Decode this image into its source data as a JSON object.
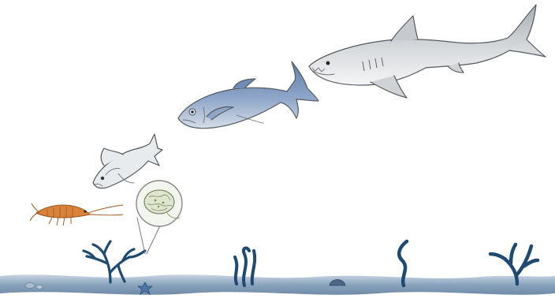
{
  "scene": {
    "organisms": [
      {
        "id": "plankton",
        "icon": "plankton-icon"
      },
      {
        "id": "krill",
        "icon": "krill-icon"
      },
      {
        "id": "small-fish",
        "icon": "small-fish-icon"
      },
      {
        "id": "tuna",
        "icon": "tuna-icon"
      },
      {
        "id": "shark",
        "icon": "shark-icon"
      }
    ],
    "colors": {
      "water_band": "#8aa3bd",
      "seabed_plants": "#1f4a72",
      "krill": "#d9823a",
      "tuna_body": "#8ea6c8",
      "small_fish": "#e8ebee",
      "shark_body": "#d7dadd",
      "magnifier_fill": "#f3f6ee"
    }
  }
}
